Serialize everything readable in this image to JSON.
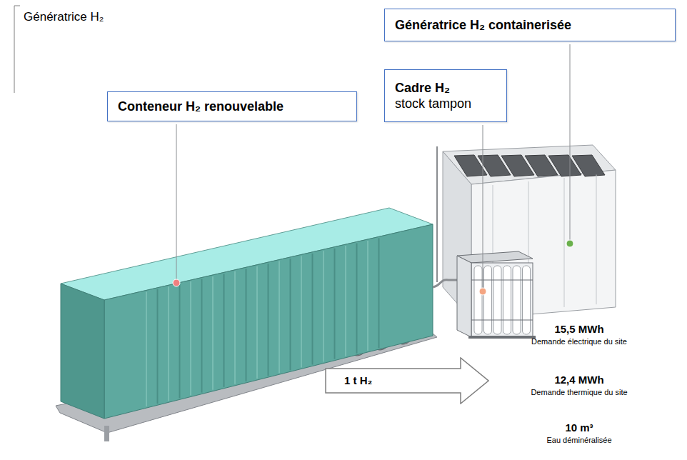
{
  "diagram": {
    "title": "Génératrice H₂",
    "nodes": [
      {
        "text": [
          "Génératrice H₂ containerisée"
        ]
      },
      {
        "text": [
          "Cadre H₂",
          "stock tampon"
        ]
      },
      {
        "text": [
          "Conteneur H₂ renouvelable"
        ]
      },
      {
        "text": [
          "1 t H₂"
        ]
      }
    ],
    "labels": [
      "15,5 MWh",
      "Demande électrique du site",
      "12,4 MWh",
      "Demande thermique du site",
      "10 m³",
      "Eau déminéralisée"
    ]
  }
}
